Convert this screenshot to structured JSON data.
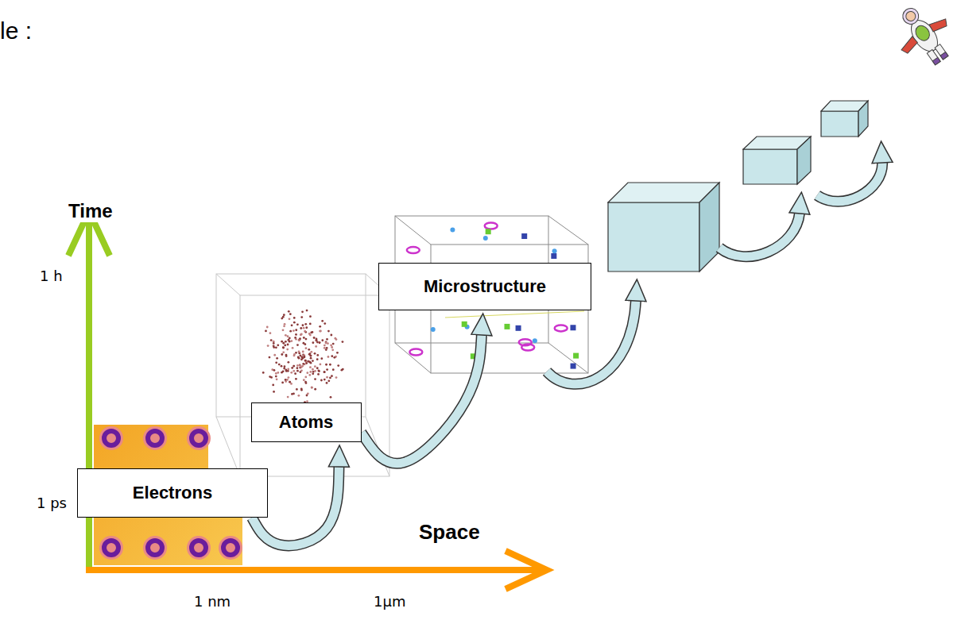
{
  "diagram": {
    "nodes": [
      {
        "text": [
          "Electrons"
        ]
      },
      {
        "text": [
          "Atoms"
        ]
      },
      {
        "text": [
          "Microstructure"
        ]
      }
    ],
    "edges": [
      {
        "from": 0,
        "to": 1,
        "arrow": "to"
      },
      {
        "from": 1,
        "to": 2,
        "arrow": "to"
      }
    ],
    "labels": [
      "le :",
      "Time",
      "1 h",
      "1 ps",
      "Space",
      "1 nm",
      "1µm"
    ]
  }
}
